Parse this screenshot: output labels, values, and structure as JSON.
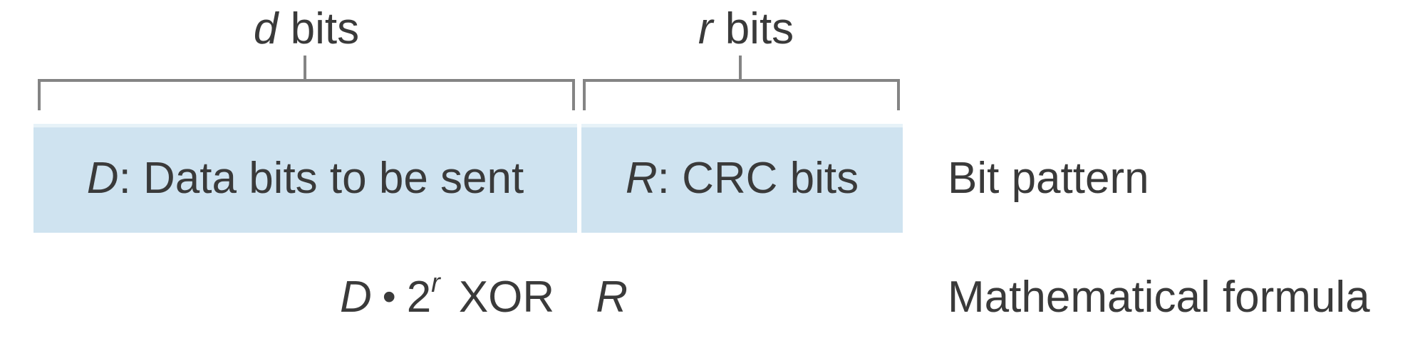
{
  "figure": {
    "top_labels": [
      {
        "var": "d",
        "rest": " bits"
      },
      {
        "var": "r",
        "rest": " bits"
      }
    ],
    "boxes": [
      {
        "var": "D",
        "rest": ": Data bits to be sent"
      },
      {
        "var": "R",
        "rest": ": CRC bits"
      }
    ],
    "captions": {
      "bit_pattern": "Bit pattern",
      "math_formula": "Mathematical formula"
    },
    "formula": {
      "d": "D",
      "dot": "•",
      "base": "2",
      "exp": "r",
      "op": "XOR",
      "r": "R"
    },
    "colors": {
      "box_fill": "#cfe3f0",
      "box_fill_top": "#e7f2f8",
      "line": "#848484",
      "text": "#3a3a3a",
      "background": "#ffffff"
    }
  }
}
